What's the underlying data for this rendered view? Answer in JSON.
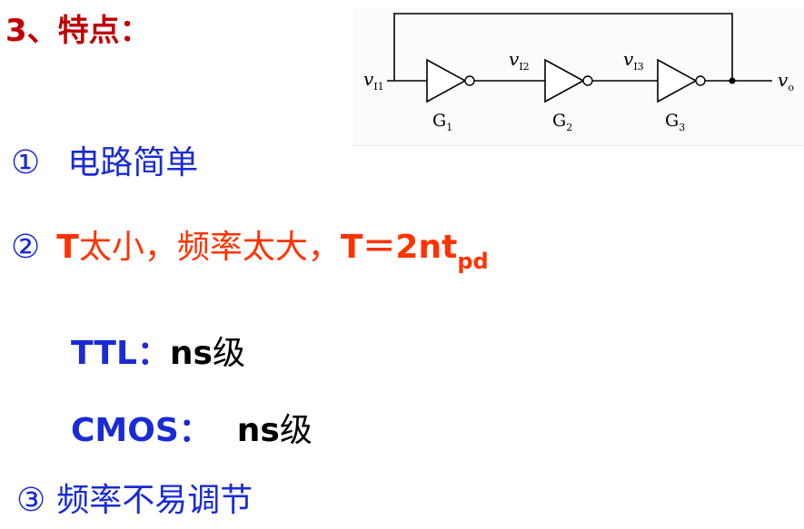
{
  "heading": "3、特点：",
  "items": {
    "item1": {
      "num": "①",
      "text": "电路简单"
    },
    "item2": {
      "num": "②",
      "t1": "T",
      "text1": "太小，频率太大，",
      "t2": "T＝2nt",
      "sub": "pd"
    },
    "ttl": {
      "label": "TTL：",
      "unit": "ns",
      "suffix": "级"
    },
    "cmos": {
      "label": "CMOS：",
      "unit": "ns",
      "suffix": "级"
    },
    "item3": {
      "num": "③",
      "text": "频率不易调节"
    }
  },
  "circuit": {
    "input_label": "v",
    "input_sub": "I1",
    "node2_label": "v",
    "node2_sub": "I2",
    "node3_label": "v",
    "node3_sub": "I3",
    "output_label": "v",
    "output_sub": "o",
    "gates": [
      {
        "name": "G",
        "sub": "1"
      },
      {
        "name": "G",
        "sub": "2"
      },
      {
        "name": "G",
        "sub": "3"
      }
    ]
  }
}
